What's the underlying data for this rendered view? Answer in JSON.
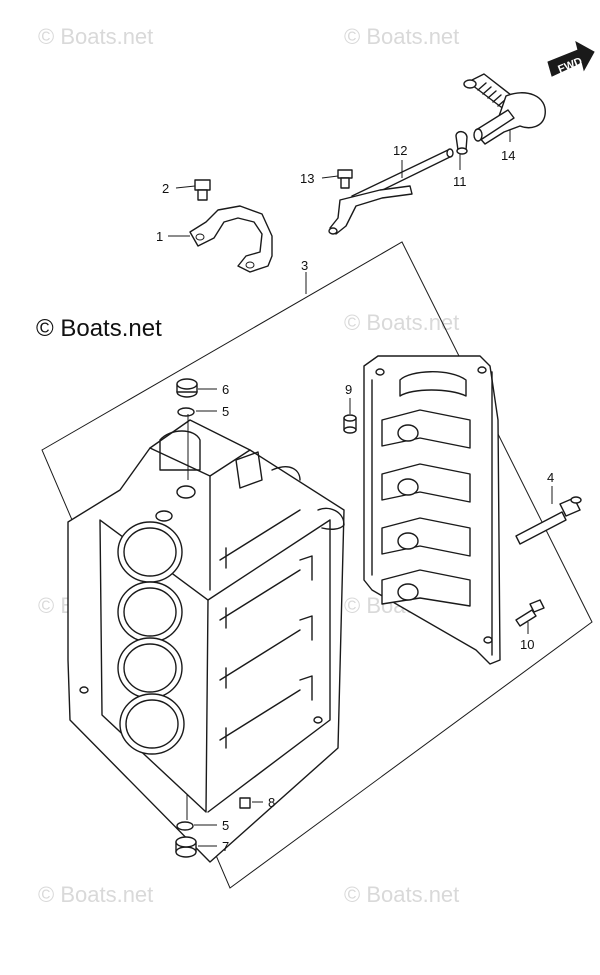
{
  "watermark": "© Boats.net",
  "main_watermark": "© Boats.net",
  "fwd_label": "FWD",
  "callouts": {
    "p1": "1",
    "p2": "2",
    "p3": "3",
    "p4": "4",
    "p5a": "5",
    "p5b": "5",
    "p6": "6",
    "p7": "7",
    "p8": "8",
    "p9": "9",
    "p10": "10",
    "p11": "11",
    "p12": "12",
    "p13": "13",
    "p14": "14"
  }
}
